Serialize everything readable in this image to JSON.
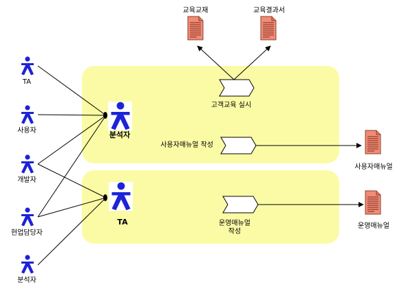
{
  "colors": {
    "lane_fill": "#fbfba6",
    "actor_blue": "#1d23d6",
    "doc_fill": "#f08c76",
    "doc_border": "#8c3f2f",
    "doc_lines": "#7d2a1c",
    "line": "#000000",
    "process_fill": "#ffffff"
  },
  "actors": {
    "left": [
      {
        "id": "ta-left",
        "label": "TA"
      },
      {
        "id": "user",
        "label": "사용자"
      },
      {
        "id": "developer",
        "label": "개발자"
      },
      {
        "id": "field-manager",
        "label": "현업담당자"
      },
      {
        "id": "analyst-left",
        "label": "분석자"
      }
    ],
    "main": [
      {
        "id": "analyst-main",
        "label": "분석자",
        "icon": "person-icon"
      },
      {
        "id": "ta-main",
        "label": "TA",
        "icon": "person-icon"
      }
    ]
  },
  "processes": {
    "customer_training": "고객교육 실시",
    "user_manual_writing": "사용자매뉴얼 작성",
    "operation_manual_writing": "운영매뉴얼\n작성"
  },
  "documents": {
    "training_material": "교육교재",
    "training_result": "교육결과서",
    "user_manual": "사용자매뉴얼",
    "operation_manual": "운영매뉴얼"
  }
}
